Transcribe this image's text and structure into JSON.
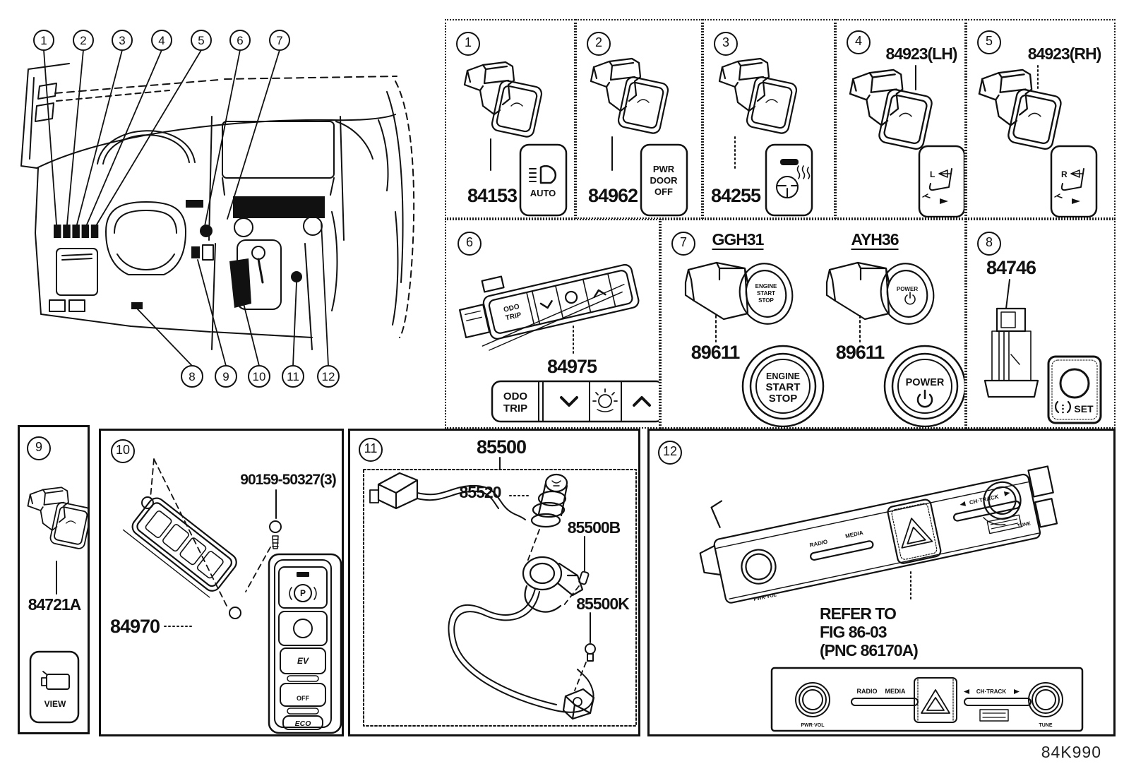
{
  "doc": {
    "code": "84K990"
  },
  "dashboard": {
    "callouts": [
      "1",
      "2",
      "3",
      "4",
      "5",
      "6",
      "7",
      "8",
      "9",
      "10",
      "11",
      "12"
    ]
  },
  "cells": {
    "c1": {
      "num": "1",
      "part": "84153",
      "legend": "AUTO"
    },
    "c2": {
      "num": "2",
      "part": "84962",
      "legend1": "PWR",
      "legend2": "DOOR",
      "legend3": "OFF"
    },
    "c3": {
      "num": "3",
      "part": "84255"
    },
    "c4": {
      "num": "4",
      "part": "84923(LH)",
      "letter": "L"
    },
    "c5": {
      "num": "5",
      "part": "84923(RH)",
      "letter": "R"
    },
    "c6": {
      "num": "6",
      "part": "84975",
      "btn1a": "ODO",
      "btn1b": "TRIP"
    },
    "c7": {
      "num": "7",
      "left_code": "GGH31",
      "right_code": "AYH36",
      "left_part": "89611",
      "right_part": "89611",
      "start1": "ENGINE",
      "start2": "START",
      "start3": "STOP",
      "power": "POWER"
    },
    "c8": {
      "num": "8",
      "part": "84746",
      "set": "SET"
    },
    "c9": {
      "num": "9",
      "part": "84721A",
      "view": "VIEW"
    },
    "c10": {
      "num": "10",
      "part": "84970",
      "screw": "90159-50327(3)",
      "p": "P",
      "ev": "EV",
      "off": "OFF",
      "eco": "ECO"
    },
    "c11": {
      "num": "11",
      "part": "85500",
      "plug": "85520",
      "bulb_b": "85500B",
      "bulb_k": "85500K"
    },
    "c12": {
      "num": "12",
      "refer1": "REFER TO",
      "refer2": "FIG 86-03",
      "refer3": "(PNC 86170A)",
      "radio": "RADIO",
      "media": "MEDIA",
      "chtrack": "CH·TRACK",
      "pwrvol": "PWR·VOL",
      "tune": "TUNE"
    }
  }
}
